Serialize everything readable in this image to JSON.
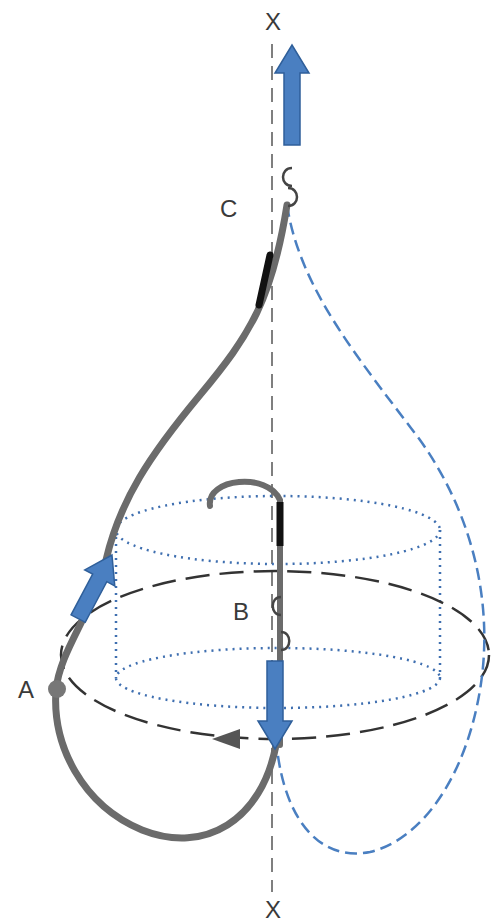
{
  "diagram": {
    "labels": [
      "X",
      "C",
      "B",
      "A",
      "X"
    ]
  }
}
